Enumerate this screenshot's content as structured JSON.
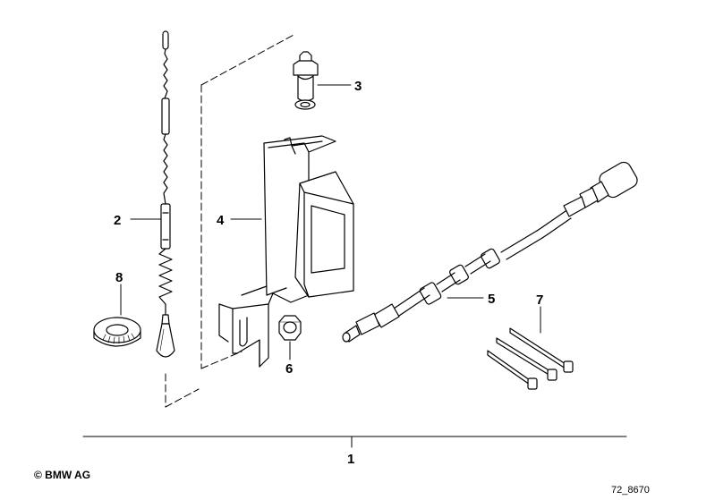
{
  "callouts": {
    "c1": "1",
    "c2": "2",
    "c3": "3",
    "c4": "4",
    "c5": "5",
    "c6": "6",
    "c7": "7",
    "c8": "8"
  },
  "footer": {
    "copyright": "© BMW AG",
    "drawing_number": "72_8670"
  }
}
